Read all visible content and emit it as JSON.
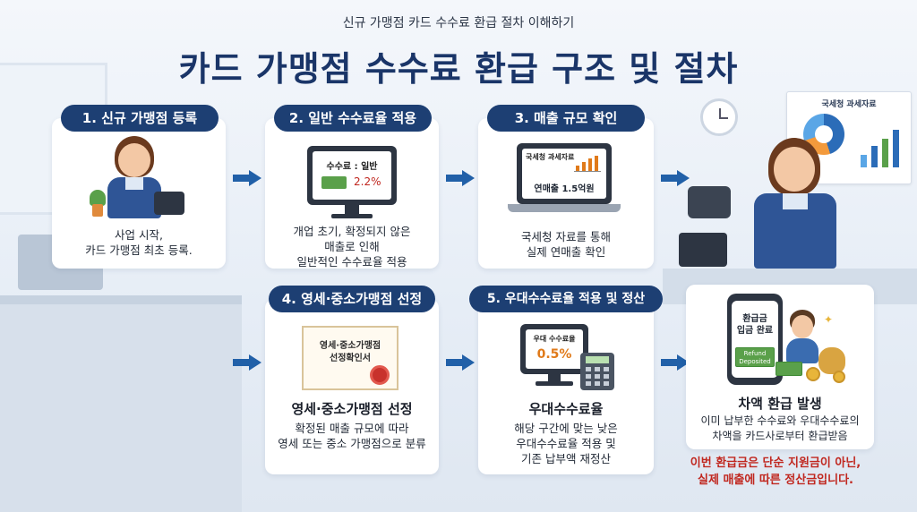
{
  "header": {
    "subtitle": "신규 가맹점 카드 수수료 환급 절차 이해하기",
    "title": "카드 가맹점 수수료 환급 구조 및 절차"
  },
  "steps": [
    {
      "label": "1. 신규 가맹점 등록",
      "desc": [
        "사업 시작,",
        "카드 가맹점 최초 등록."
      ]
    },
    {
      "label": "2. 일반 수수료율 적용",
      "screen_label": "수수료 : 일반",
      "screen_value": "2.2%",
      "desc": [
        "개업 초기, 확정되지 않은",
        "매출로 인해",
        "일반적인 수수료율 적용"
      ]
    },
    {
      "label": "3. 매출 규모 확인",
      "screen_title": "국세청 과세자료",
      "screen_value": "연매출 1.5억원",
      "desc": [
        "국세청 자료를 통해",
        "실제 연매출 확인"
      ]
    },
    {
      "label": "4. 영세·중소가맹점 선정",
      "cert_text": [
        "영세·중소가맹점",
        "선정확인서"
      ],
      "headline": "영세·중소가맹점 선정",
      "desc": [
        "확정된 매출 규모에 따라",
        "영세 또는 중소 가맹점으로 분류"
      ]
    },
    {
      "label": "5. 우대수수료율 적용 및 정산",
      "screen_label": "우대 수수료율",
      "screen_value": "0.5%",
      "headline": "우대수수료율",
      "desc": [
        "해당 구간에 맞는 낮은",
        "우대수수료율 적용 및",
        "기존 납부액 재정산"
      ]
    }
  ],
  "refund": {
    "phone_text": [
      "환급금",
      "입금 완료"
    ],
    "bill_text": [
      "Refund",
      "Deposited"
    ],
    "headline": "차액 환급 발생",
    "desc": [
      "이미 납부한 수수료와 우대수수료의",
      "차액을 카드사로부터 환급받음"
    ]
  },
  "poster_title": "국세청 과세자료",
  "note": [
    "이번 환급금은 단순 지원금이 아닌,",
    "실제 매출에 따른 정산금입니다."
  ],
  "colors": {
    "accent": "#1d3f73",
    "arrow": "#2160a8",
    "note_red": "#c0271f",
    "value_red": "#c0271f",
    "value_orange": "#e07a1a"
  }
}
